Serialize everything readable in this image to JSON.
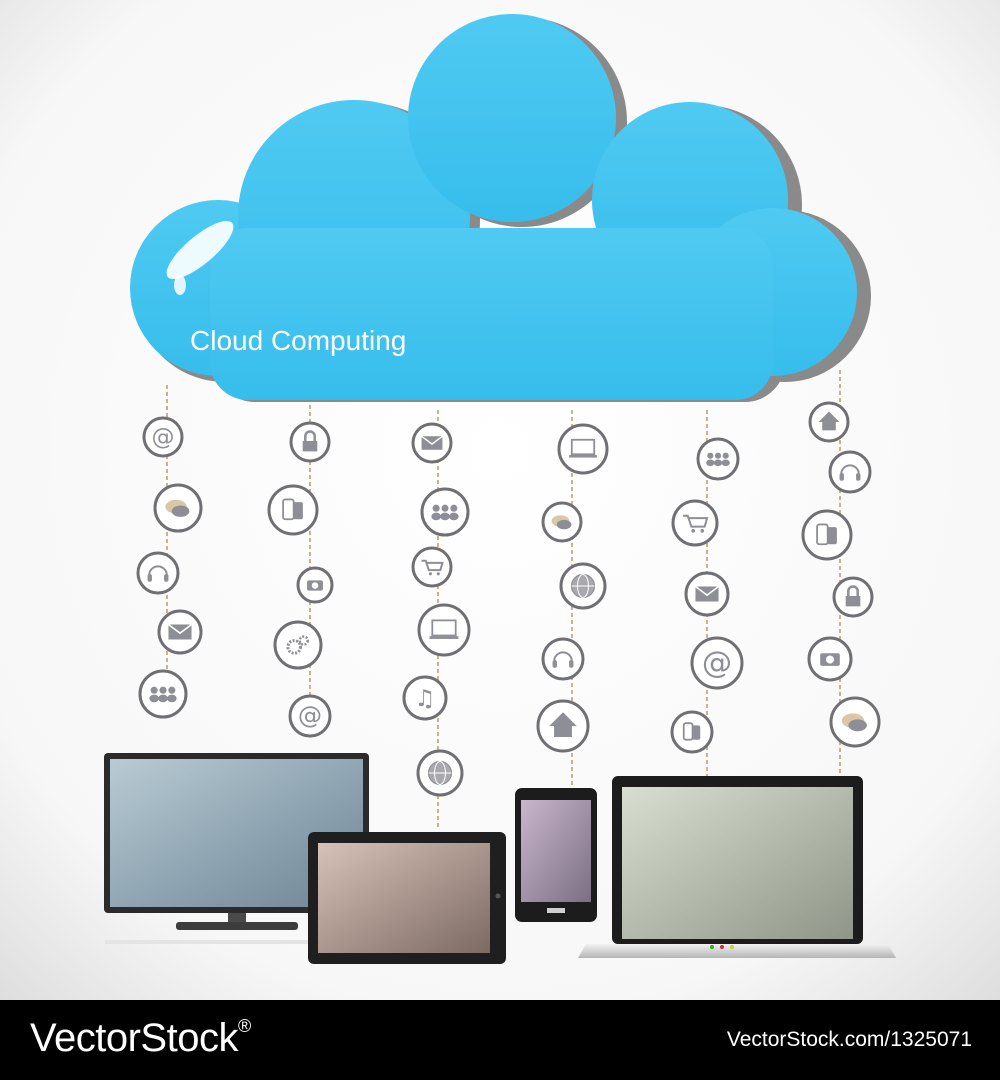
{
  "cloud": {
    "label": "Cloud Computing"
  },
  "watermark": {
    "logo_text": "VectorStock",
    "logo_suffix": "®",
    "image_id": "VectorStock.com/1325071"
  },
  "icons": {
    "columns": [
      [
        "at-icon",
        "speech-bubbles-icon",
        "headphones-icon",
        "envelope-icon",
        "people-icon"
      ],
      [
        "padlock-icon",
        "phones-icon",
        "camera-icon",
        "gears-icon",
        "at-icon"
      ],
      [
        "envelope-icon",
        "people-icon",
        "cart-icon",
        "laptop-icon",
        "music-note-icon",
        "globe-icon"
      ],
      [
        "laptop-icon",
        "speech-bubbles-icon",
        "globe-icon",
        "headphones-icon",
        "home-icon"
      ],
      [
        "people-icon",
        "cart-icon",
        "envelope-icon",
        "at-icon",
        "phones-icon"
      ],
      [
        "home-icon",
        "headphones-icon",
        "phones-icon",
        "padlock-icon",
        "camera-icon",
        "speech-bubbles-icon"
      ]
    ]
  },
  "devices": [
    "tv-monitor",
    "tablet",
    "smartphone",
    "laptop"
  ],
  "colors": {
    "cloud": "#3ec1ee",
    "cloud_shadow": "#8a8a8a",
    "background": "#ffffff",
    "footer": "#000000",
    "icon_gray": "#8e8f96"
  }
}
